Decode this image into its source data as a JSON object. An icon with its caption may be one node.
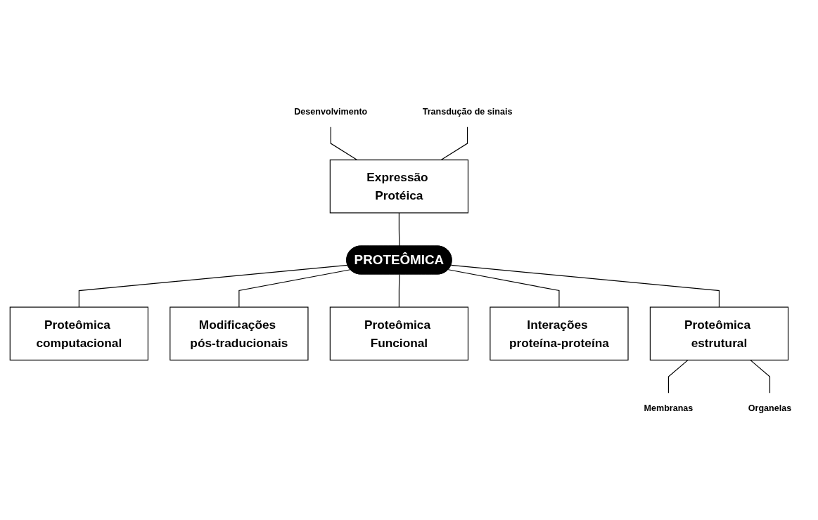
{
  "diagram": {
    "nodes": [
      {
        "text": [
          "Desenvolvimento"
        ]
      },
      {
        "text": [
          "Transdução de sinais"
        ]
      },
      {
        "text": [
          "Expressão Protéica"
        ]
      },
      {
        "text": [
          "Proteômica computacional"
        ]
      },
      {
        "text": [
          "Modificações pós-traducionais"
        ]
      },
      {
        "text": [
          "PROTEÔMICA"
        ]
      },
      {
        "text": [
          "Proteômica Funcional"
        ]
      },
      {
        "text": [
          "Interações proteína-proteína"
        ]
      },
      {
        "text": [
          "Proteômica estrutural"
        ]
      },
      {
        "text": [
          "Membranas"
        ]
      },
      {
        "text": [
          "Organelas"
        ]
      }
    ],
    "edges": [
      {
        "from": 0,
        "to": 2,
        "arrow": "none"
      },
      {
        "from": 1,
        "to": 2,
        "arrow": "none"
      },
      {
        "from": 2,
        "to": 5,
        "arrow": "none"
      },
      {
        "from": 5,
        "to": 3,
        "arrow": "none"
      },
      {
        "from": 5,
        "to": 4,
        "arrow": "none"
      },
      {
        "from": 5,
        "to": 6,
        "arrow": "none"
      },
      {
        "from": 5,
        "to": 7,
        "arrow": "none"
      },
      {
        "from": 5,
        "to": 8,
        "arrow": "none"
      },
      {
        "from": 8,
        "to": 9,
        "arrow": "none"
      },
      {
        "from": 8,
        "to": 10,
        "arrow": "none"
      }
    ]
  }
}
